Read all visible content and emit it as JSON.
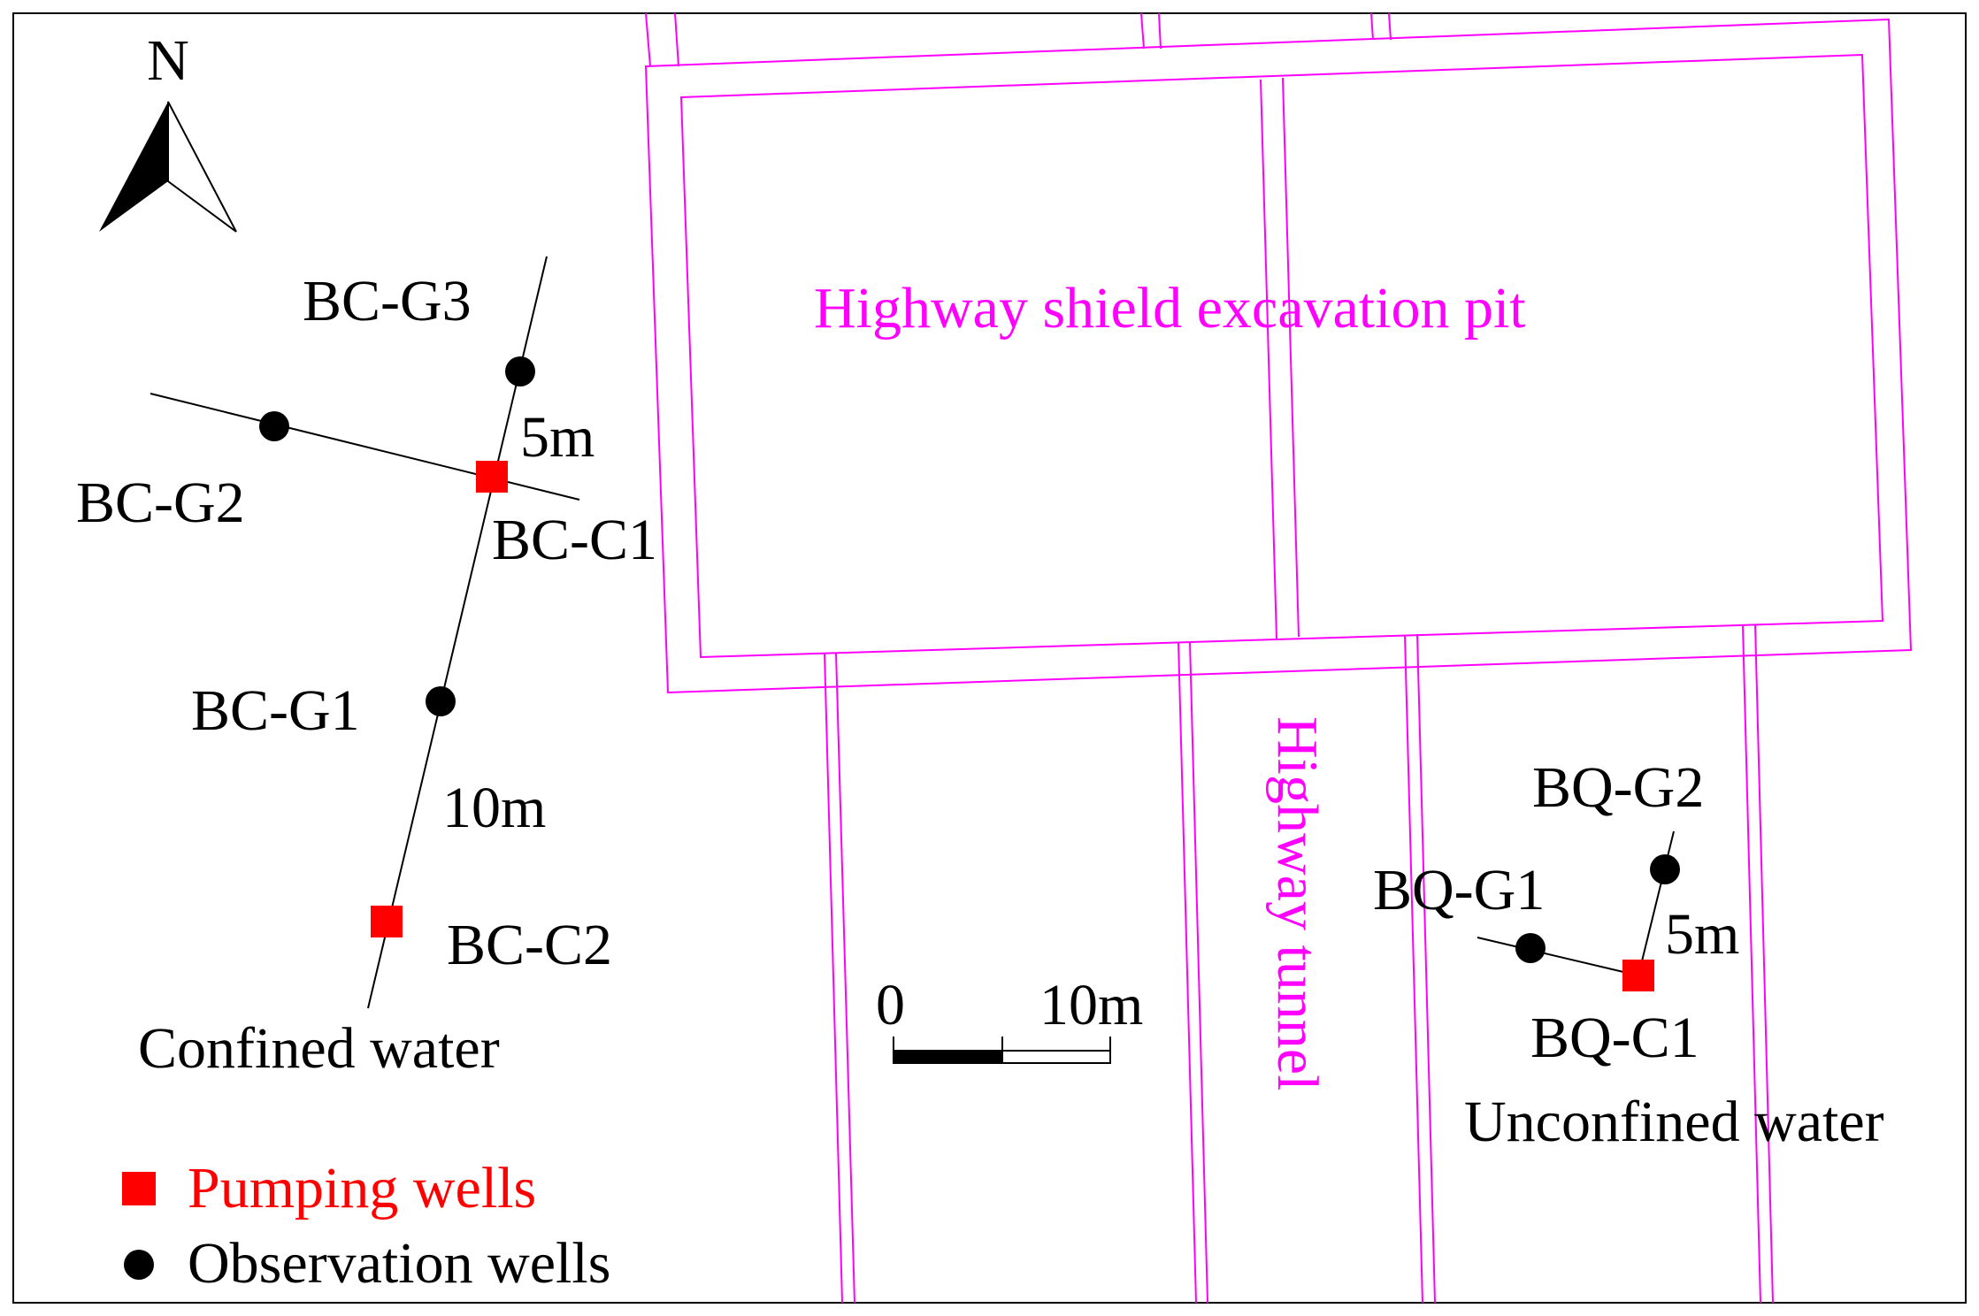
{
  "compass": {
    "label": "N"
  },
  "structures": {
    "pit_label": "Highway shield excavation pit",
    "tunnel_label": "Highway tunnel"
  },
  "wells": {
    "confined": {
      "group_label": "Confined water",
      "pumping": [
        {
          "label": "BC-C1"
        },
        {
          "label": "BC-C2"
        }
      ],
      "observation": [
        {
          "label": "BC-G1"
        },
        {
          "label": "BC-G2"
        },
        {
          "label": "BC-G3"
        }
      ],
      "distances": [
        "5m",
        "10m"
      ]
    },
    "unconfined": {
      "group_label": "Unconfined water",
      "pumping": [
        {
          "label": "BQ-C1"
        }
      ],
      "observation": [
        {
          "label": "BQ-G1"
        },
        {
          "label": "BQ-G2"
        }
      ],
      "distances": [
        "5m"
      ]
    }
  },
  "scale_bar": {
    "start_label": "0",
    "end_label": "10m"
  },
  "legend": {
    "pumping_label": "Pumping wells",
    "observation_label": "Observation wells"
  },
  "colors": {
    "pumping": "#ff0000",
    "observation": "#000000",
    "structure": "#ff00ff",
    "text": "#000000"
  }
}
